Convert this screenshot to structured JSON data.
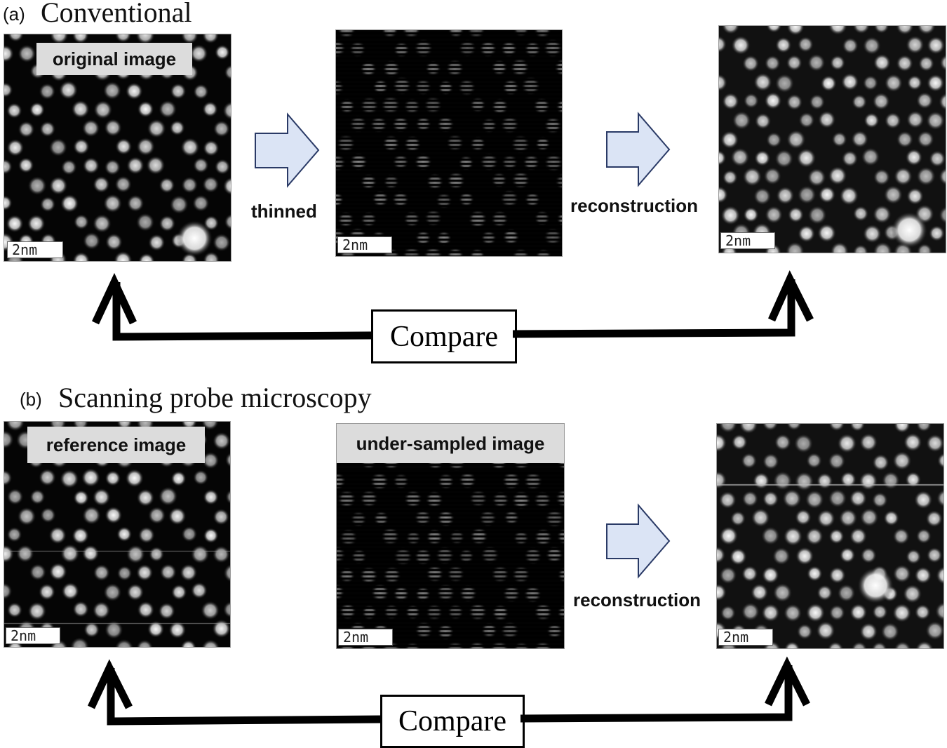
{
  "panel_a": {
    "tag": "(a)",
    "title": "Conventional",
    "images": {
      "original": {
        "label": "original image",
        "scalebar": "2nm"
      },
      "thinned": {
        "scalebar": "2nm"
      },
      "reconstructed": {
        "scalebar": "2nm"
      }
    },
    "steps": {
      "thin": "thinned",
      "reconstruct": "reconstruction"
    },
    "compare": "Compare"
  },
  "panel_b": {
    "tag": "(b)",
    "title": "Scanning probe microscopy",
    "images": {
      "reference": {
        "label": "reference image",
        "scalebar": "2nm"
      },
      "undersampled": {
        "label": "under-sampled image",
        "scalebar": "2nm"
      },
      "reconstructed": {
        "scalebar": "2nm"
      }
    },
    "steps": {
      "reconstruct": "reconstruction"
    },
    "compare": "Compare"
  },
  "colors": {
    "arrow_fill": "#dbe4f5",
    "arrow_stroke": "#2a3a66",
    "label_bg": "#dcdcdc"
  }
}
